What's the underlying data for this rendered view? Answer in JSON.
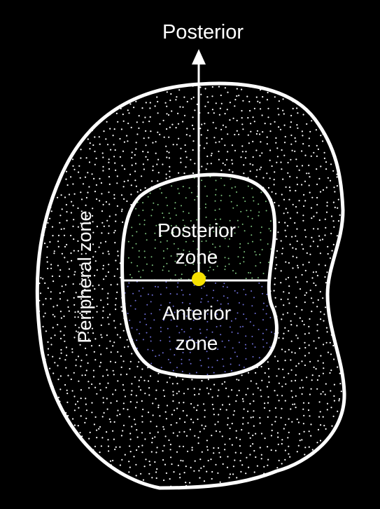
{
  "figure": {
    "colors": {
      "background": "#000000",
      "outline": "#ffffff",
      "dots_peripheral": "#ffffff",
      "dots_posterior": "#7fc37f",
      "dots_anterior": "#6f6fd8",
      "center_point": "#f5e000"
    },
    "labels": {
      "axis": "Posterior",
      "peripheral": "Peripheral zone",
      "posterior_line1": "Posterior",
      "posterior_line2": "zone",
      "anterior_line1": "Anterior",
      "anterior_line2": "zone"
    }
  }
}
